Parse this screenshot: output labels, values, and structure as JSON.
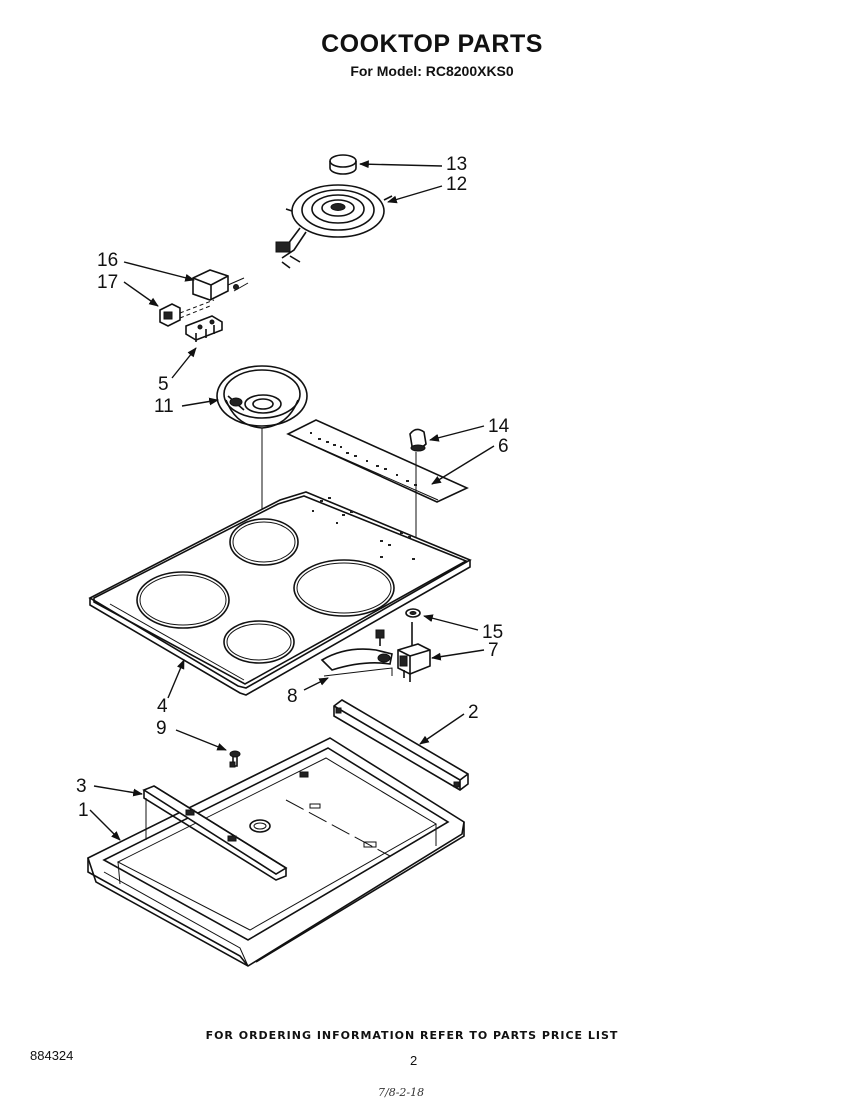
{
  "title": "COOKTOP PARTS",
  "subtitle": "For Model: RC8200XKS0",
  "callouts": [
    "13",
    "12",
    "16",
    "17",
    "5",
    "11",
    "14",
    "6",
    "15",
    "7",
    "8",
    "4",
    "9",
    "2",
    "3",
    "1"
  ],
  "footer": {
    "ordering_note": "FOR ORDERING INFORMATION REFER TO PARTS PRICE LIST",
    "doc_number": "884324",
    "page_number": "2",
    "margin_note": "7/8-2-18"
  }
}
